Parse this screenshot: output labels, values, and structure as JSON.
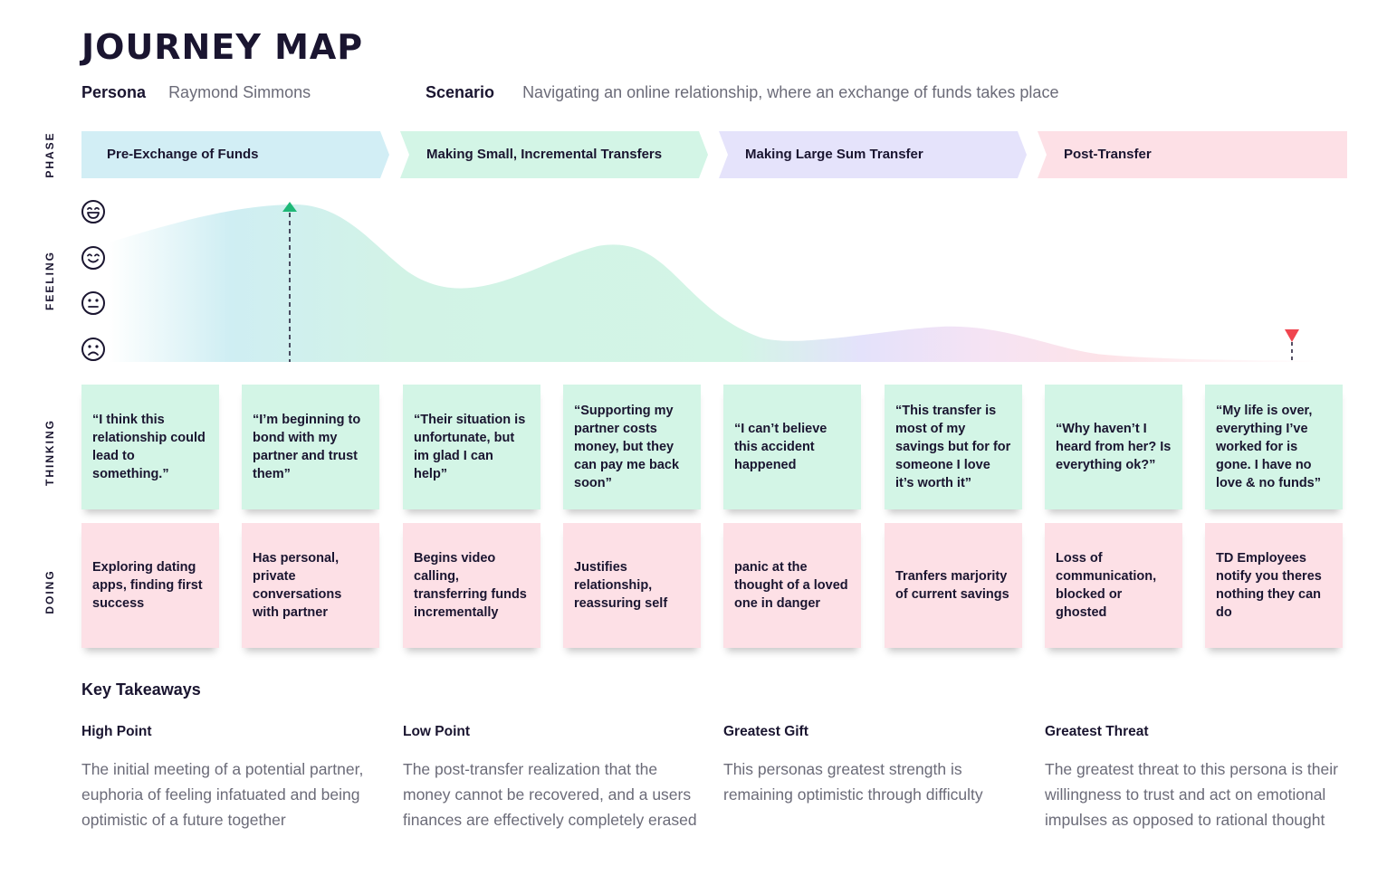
{
  "title": "JOURNEY MAP",
  "persona": {
    "label": "Persona",
    "value": "Raymond Simmons"
  },
  "scenario": {
    "label": "Scenario",
    "value": "Navigating an online relationship, where an exchange of funds takes place"
  },
  "row_labels": {
    "phase": "PHASE",
    "feeling": "FEELING",
    "thinking": "THINKING",
    "doing": "DOING"
  },
  "phases": [
    {
      "label": "Pre-Exchange of Funds",
      "color": "#d2eef5"
    },
    {
      "label": "Making Small, Incremental Transfers",
      "color": "#d3f5e6"
    },
    {
      "label": "Making Large Sum Transfer",
      "color": "#e5e3fb"
    },
    {
      "label": "Post-Transfer",
      "color": "#fde0e6"
    }
  ],
  "feeling_scale": [
    "very-happy-face-icon",
    "smile-face-icon",
    "neutral-face-icon",
    "sad-face-icon"
  ],
  "feeling_markers": {
    "high_point": "green-up-triangle",
    "low_point": "red-down-triangle"
  },
  "thinking": [
    "“I think this relationship could lead to something.”",
    "“I’m beginning to bond with my partner and trust them”",
    "“Their situation is unfortunate, but im glad I can help”",
    "“Supporting my partner costs money, but they can pay me back soon”",
    "“I can’t believe this accident happened",
    "“This transfer is most of my savings but for for someone I love it’s worth it”",
    "“Why haven’t I heard from her? Is everything ok?”",
    "“My life is over, everything I’ve worked for is gone. I have no love & no funds”"
  ],
  "doing": [
    "Exploring dating apps, finding first success",
    "Has personal, private conversations with partner",
    "Begins video calling, transferring funds incrementally",
    "Justifies relationship, reassuring self",
    "panic at the thought of a loved one in danger",
    "Tranfers marjority of current savings",
    "Loss of communication, blocked or ghosted",
    "TD Employees notify you theres nothing they can do"
  ],
  "key_takeaways": {
    "title": "Key Takeaways",
    "items": [
      {
        "heading": "High Point",
        "body": "The initial meeting of a potential partner, euphoria of feeling infatuated and being optimistic of a future together"
      },
      {
        "heading": "Low Point",
        "body": "The post-transfer realization that the money cannot be recovered, and a users finances are effectively completely erased"
      },
      {
        "heading": "Greatest Gift",
        "body": "This personas greatest strength is remaining optimistic through difficulty"
      },
      {
        "heading": "Greatest Threat",
        "body": "The greatest threat to this persona is their willingness to trust and act on emotional impulses as opposed to rational thought"
      }
    ]
  },
  "colors": {
    "thinking_card": "#d3f5e6",
    "doing_card": "#fde0e6",
    "high_marker": "#1fb877",
    "low_marker": "#f0454f",
    "title": "#1a1530"
  }
}
